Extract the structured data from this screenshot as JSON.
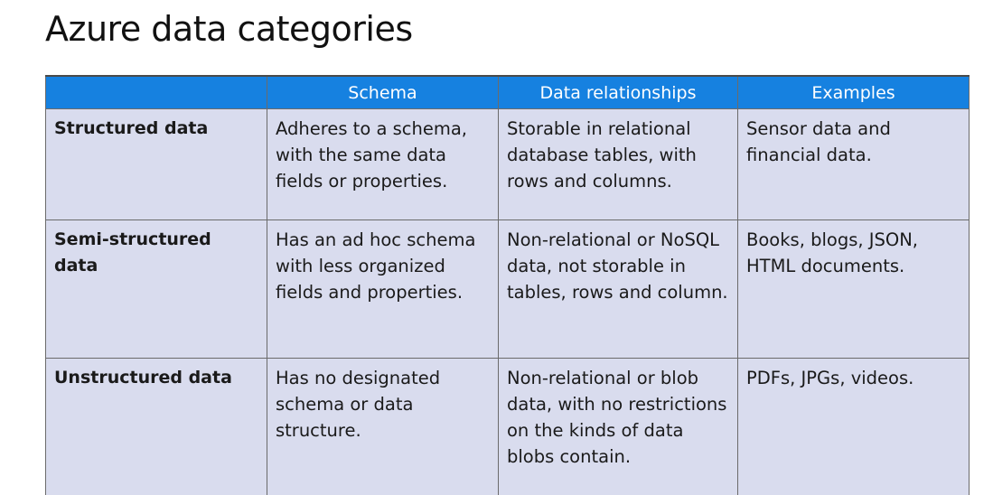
{
  "title": "Azure data categories",
  "table": {
    "headers": [
      "",
      "Schema",
      "Data relationships",
      "Examples"
    ],
    "rows": [
      {
        "category": "Structured data",
        "schema": "Adheres to a schema, with the same data fields or properties.",
        "relationships": "Storable in relational database tables, with rows and columns.",
        "examples": "Sensor data and financial data."
      },
      {
        "category": "Semi-structured data",
        "schema": "Has an ad hoc schema with less organized fields and properties.",
        "relationships": "Non-relational or NoSQL data, not storable in tables, rows and column.",
        "examples": "Books, blogs, JSON, HTML documents."
      },
      {
        "category": "Unstructured data",
        "schema": "Has no designated schema or data structure.",
        "relationships": "Non-relational or blob data, with no restrictions on the kinds of data blobs contain.",
        "examples": "PDFs, JPGs, videos."
      }
    ]
  },
  "colors": {
    "header_background": "#1681e0",
    "cell_background": "#d9dcee",
    "border": "#6b6b6b"
  }
}
